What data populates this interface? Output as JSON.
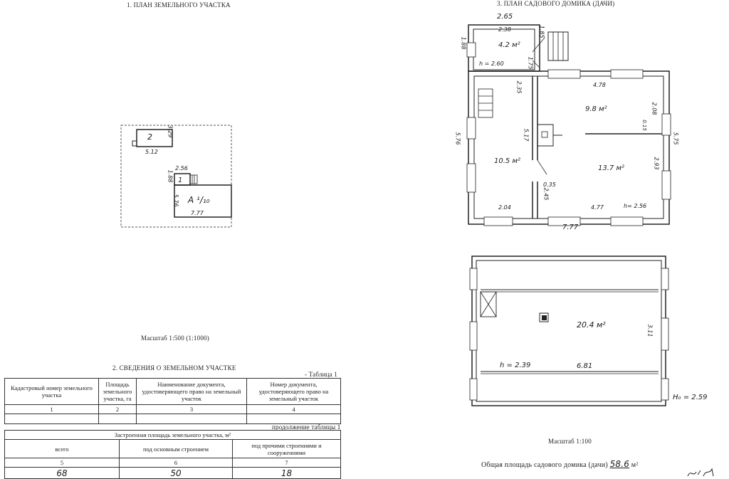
{
  "left": {
    "title": "1. ПЛАН ЗЕМЕЛЬНОГО УЧАСТКА",
    "site_labels": {
      "b2_num": "2",
      "b2_h": "3.29",
      "b2_w": "5.12",
      "b1_num": "1",
      "b1_h": "1.88",
      "b1_w": "2.56",
      "a_label": "А ¹/₁₀",
      "a_h": "5.76",
      "a_w": "7.77"
    },
    "scale": "Масштаб 1:500 (1:1000)",
    "section_title": "2. СВЕДЕНИЯ  О ЗЕМЕЛЬНОМ УЧАСТКЕ",
    "table_label": "Таблица 1",
    "table1": {
      "headers": [
        "Кадастровый номер земельного участка",
        "Площадь земельного участка, га",
        "Наименование документа, удостоверяющего право на земельный участок",
        "Номер документа, удостоверяющего право на земельный участок"
      ],
      "nums": [
        "1",
        "2",
        "3",
        "4"
      ]
    },
    "continuation": "продолжение таблицы 1",
    "table2": {
      "title": "Застроенная площадь земельного участка, м²",
      "headers": [
        "всего",
        "под основным строением",
        "под прочими строениями и сооружениями"
      ],
      "nums": [
        "5",
        "6",
        "7"
      ],
      "values": [
        "68",
        "50",
        "18"
      ]
    }
  },
  "right": {
    "title": "3. ПЛАН САДОВОГО ДОМИКА (ДАЧИ)",
    "plan1": {
      "d_265": "2.65",
      "d_238": "2.38",
      "d_188": "1.88",
      "d_185": "1.85",
      "area_42": "4.2 м²",
      "h_260": "h = 2.60",
      "d_175": "1.75",
      "d_235": "2.35",
      "d_478": "4.78",
      "area_98": "9.8 м²",
      "d_208": "2.08",
      "d_015": "0.15",
      "d_576": "5.76",
      "d_575": "5.75",
      "d_517": "5.17",
      "area_105": "10.5 м²",
      "area_137": "13.7 м²",
      "d_293": "2.93",
      "d_035": "0.35",
      "d_245": "2.45",
      "d_204": "2.04",
      "d_477": "4.77",
      "h_256": "h= 2.56",
      "d_777": "7.77"
    },
    "plan2": {
      "area_204": "20.4 м²",
      "d_311": "3.11",
      "h_239": "h = 2.39",
      "d_681": "6.81",
      "h0_259": "H₀ = 2.59"
    },
    "scale": "Масштаб 1:100",
    "total_label": "Общая площадь садового домика (дачи)",
    "total_value": "58.6",
    "total_unit": "м²"
  }
}
